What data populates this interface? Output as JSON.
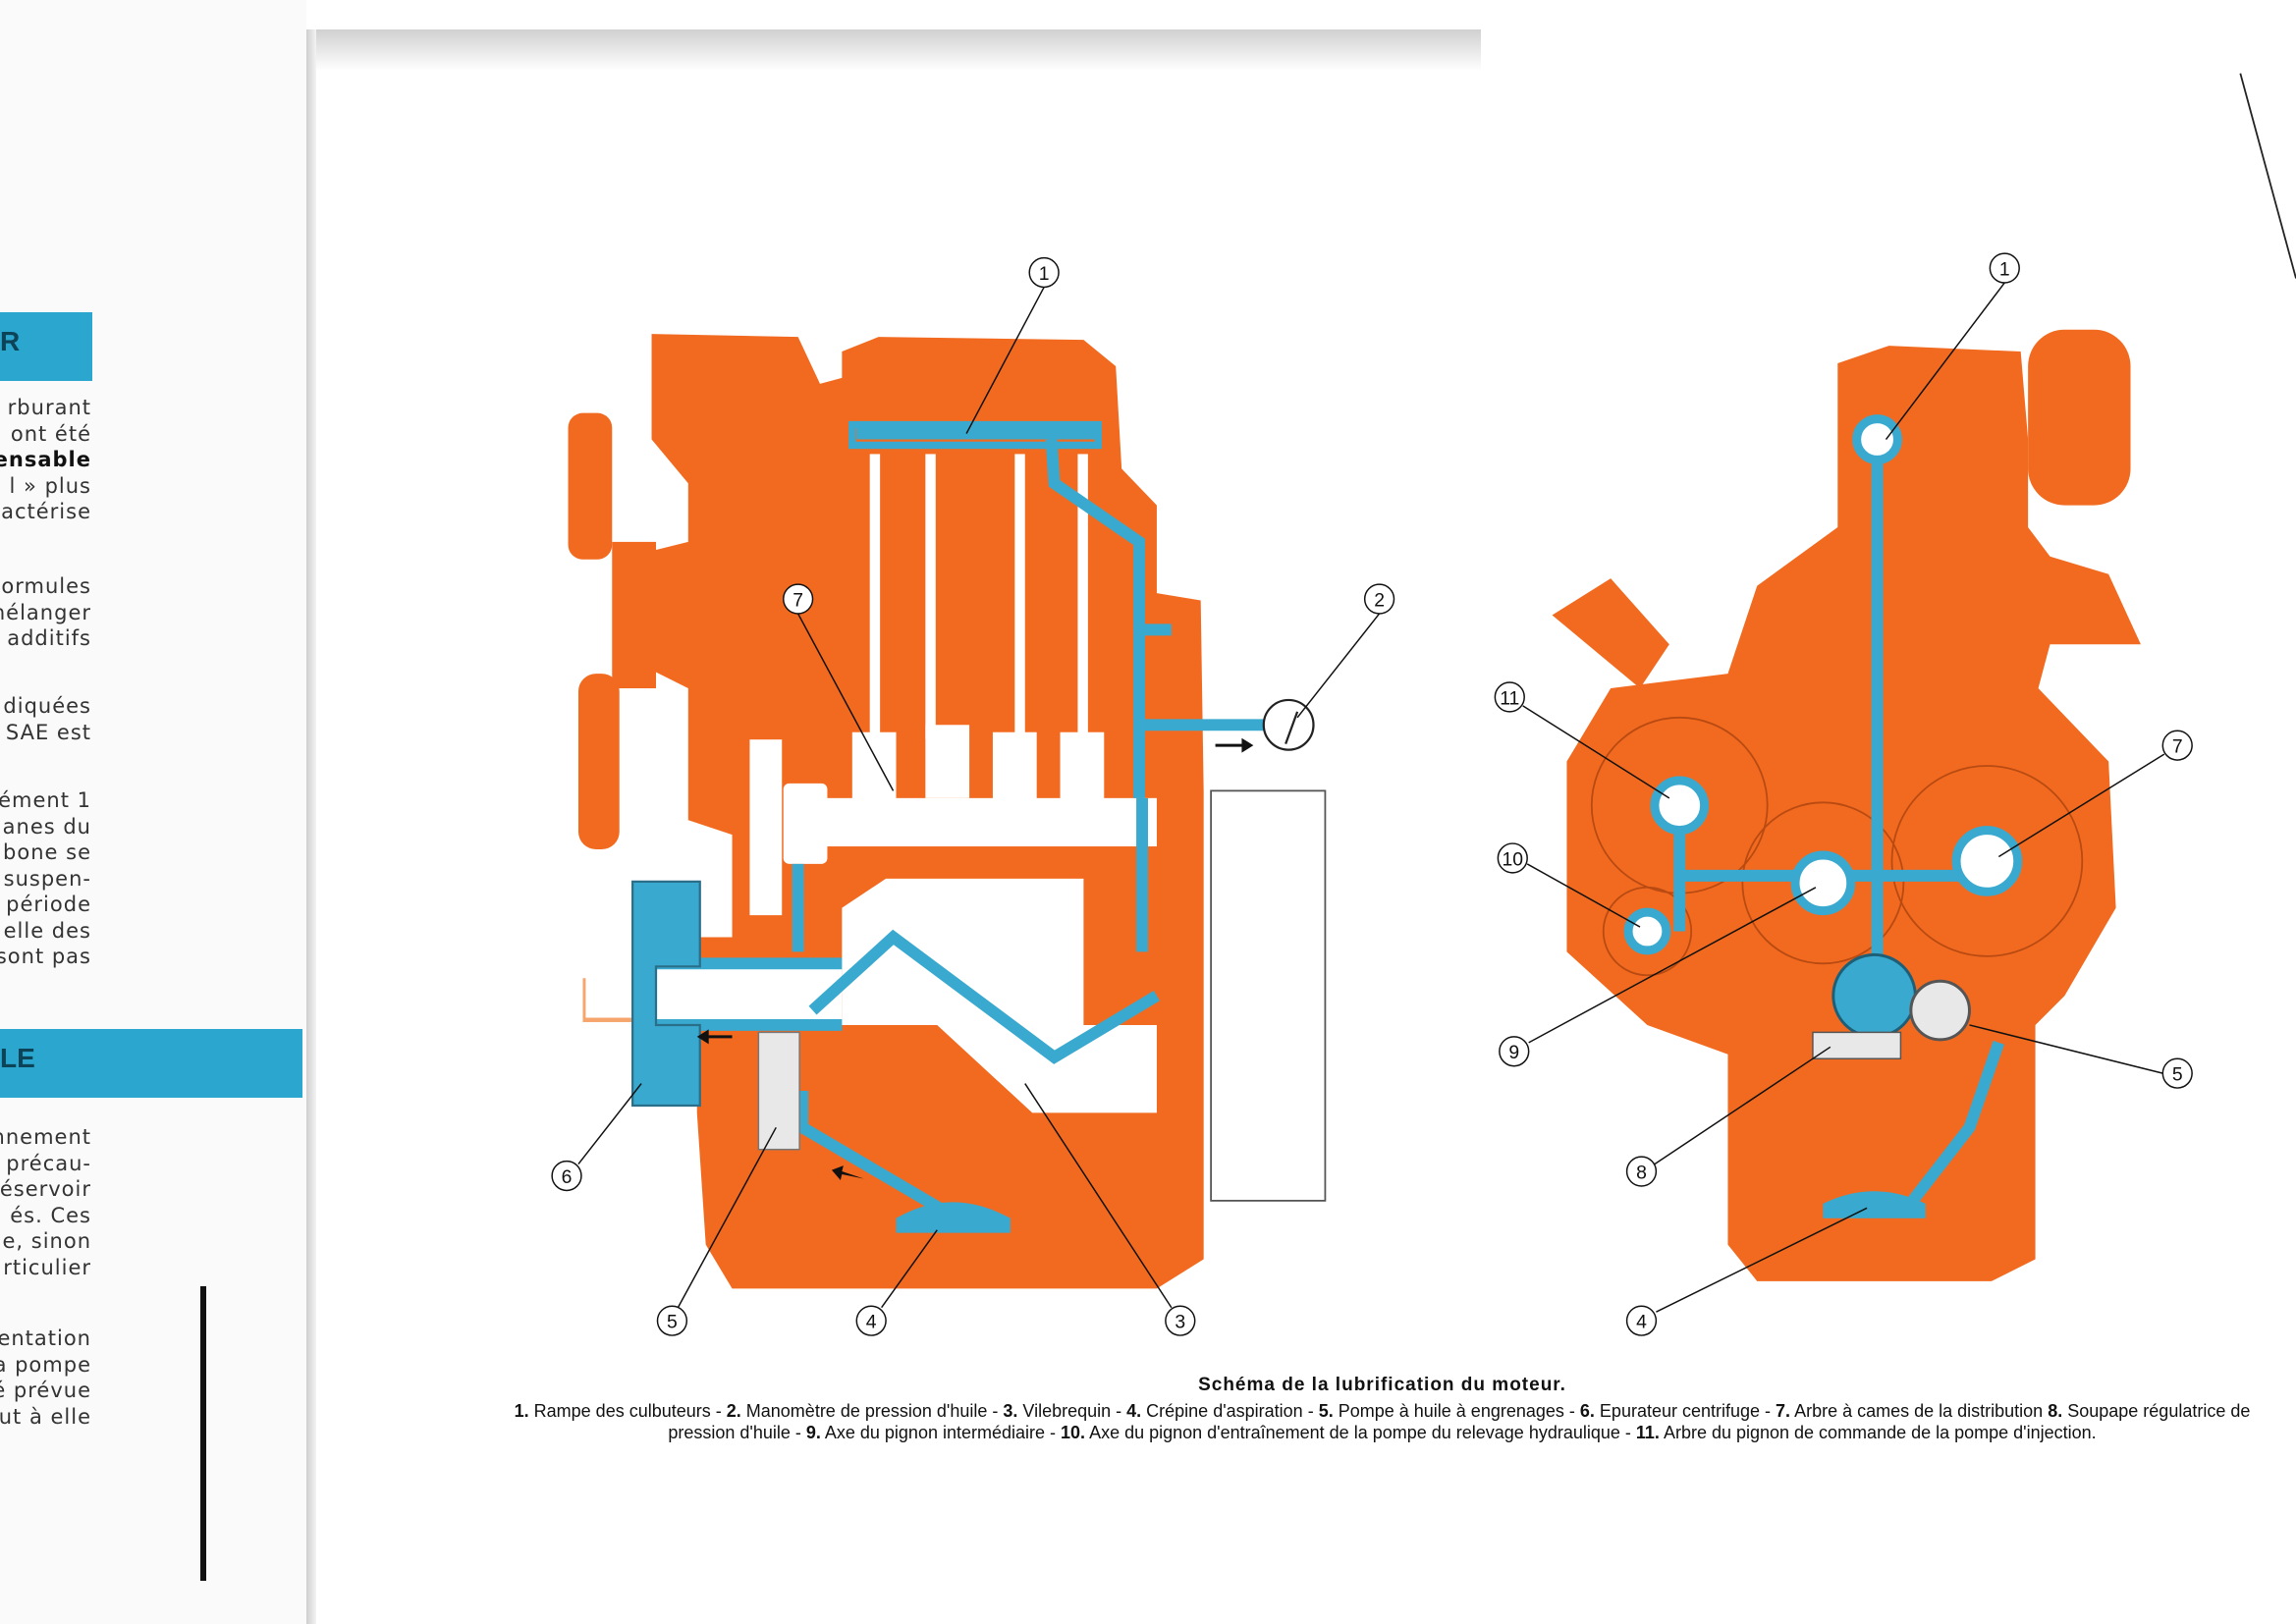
{
  "left_page": {
    "banner_top": "R",
    "banner_bottom": "LE",
    "block1": [
      "rburant",
      "ont été",
      "ensable",
      "l » plus",
      "actérise"
    ],
    "block2": [
      "ormules",
      "mélanger",
      "additifs"
    ],
    "block3": [
      "diquées",
      "SAE est"
    ],
    "block4": [
      "ément 1",
      "anes du",
      "bone se",
      "suspen-",
      "période",
      "elle des",
      "sont pas"
    ],
    "block5": [
      "nnement",
      "précau-",
      "éservoir",
      "és. Ces",
      "e, sinon",
      "rticulier"
    ],
    "block6": [
      "entation",
      "a pompe",
      "é prévue",
      "ut à elle"
    ]
  },
  "diagram": {
    "colors": {
      "engine": "#f26a1f",
      "oil": "#3aa9cf",
      "white": "#ffffff"
    },
    "left_callouts": [
      "1",
      "2",
      "7",
      "6",
      "5",
      "4",
      "3"
    ],
    "right_callouts": [
      "1",
      "11",
      "7",
      "10",
      "9",
      "5",
      "8",
      "4"
    ]
  },
  "caption": {
    "title": "Schéma de la lubrification du moteur.",
    "items": [
      {
        "num": "1.",
        "text": "Rampe des culbuteurs - "
      },
      {
        "num": "2.",
        "text": "Manomètre de pression d'huile - "
      },
      {
        "num": "3.",
        "text": "Vilebrequin - "
      },
      {
        "num": "4.",
        "text": "Crépine d'aspiration - "
      },
      {
        "num": "5.",
        "text": "Pompe à huile à engrenages - "
      },
      {
        "num": "6.",
        "text": "Epurateur centrifuge - "
      },
      {
        "num": "7.",
        "text": "Arbre à cames de la distribution "
      },
      {
        "num": "8.",
        "text": "Soupape régulatrice de pression d'huile - "
      },
      {
        "num": "9.",
        "text": "Axe du pignon intermédiaire - "
      },
      {
        "num": "10.",
        "text": "Axe du pignon d'entraînement de la pompe du relevage hydraulique - "
      },
      {
        "num": "11.",
        "text": "Arbre du pignon de commande de la pompe d'injection."
      }
    ]
  }
}
